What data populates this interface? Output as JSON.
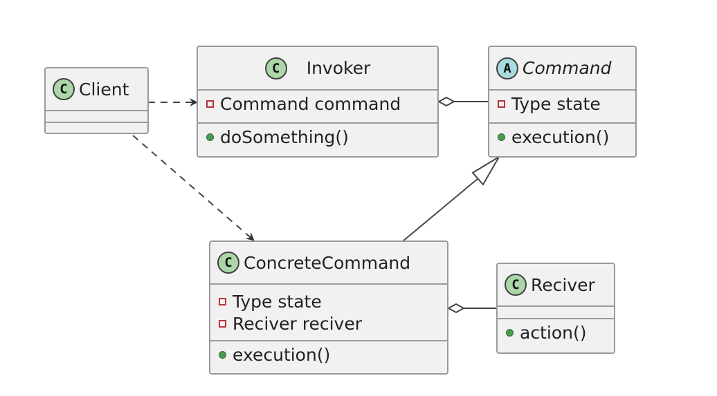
{
  "classes": {
    "client": {
      "stereotype": "C",
      "name": "Client",
      "attributes": [],
      "methods": []
    },
    "invoker": {
      "stereotype": "C",
      "name": "Invoker",
      "attributes": [
        {
          "visibility": "private",
          "text": "Command command"
        }
      ],
      "methods": [
        {
          "visibility": "public",
          "text": "doSomething()"
        }
      ]
    },
    "command": {
      "stereotype": "A",
      "name": "Command",
      "abstract": true,
      "attributes": [
        {
          "visibility": "private",
          "text": "Type state"
        }
      ],
      "methods": [
        {
          "visibility": "public",
          "text": "execution()"
        }
      ]
    },
    "concrete_command": {
      "stereotype": "C",
      "name": "ConcreteCommand",
      "attributes": [
        {
          "visibility": "private",
          "text": "Type state"
        },
        {
          "visibility": "private",
          "text": "Reciver reciver"
        }
      ],
      "methods": [
        {
          "visibility": "public",
          "text": "execution()"
        }
      ]
    },
    "reciver": {
      "stereotype": "C",
      "name": "Reciver",
      "attributes": [],
      "methods": [
        {
          "visibility": "public",
          "text": "action()"
        }
      ]
    }
  },
  "relations": [
    {
      "from": "Client",
      "to": "Invoker",
      "kind": "dependency"
    },
    {
      "from": "Client",
      "to": "ConcreteCommand",
      "kind": "dependency"
    },
    {
      "from": "Invoker",
      "to": "Command",
      "kind": "aggregation"
    },
    {
      "from": "ConcreteCommand",
      "to": "Command",
      "kind": "generalization"
    },
    {
      "from": "ConcreteCommand",
      "to": "Reciver",
      "kind": "aggregation"
    }
  ]
}
